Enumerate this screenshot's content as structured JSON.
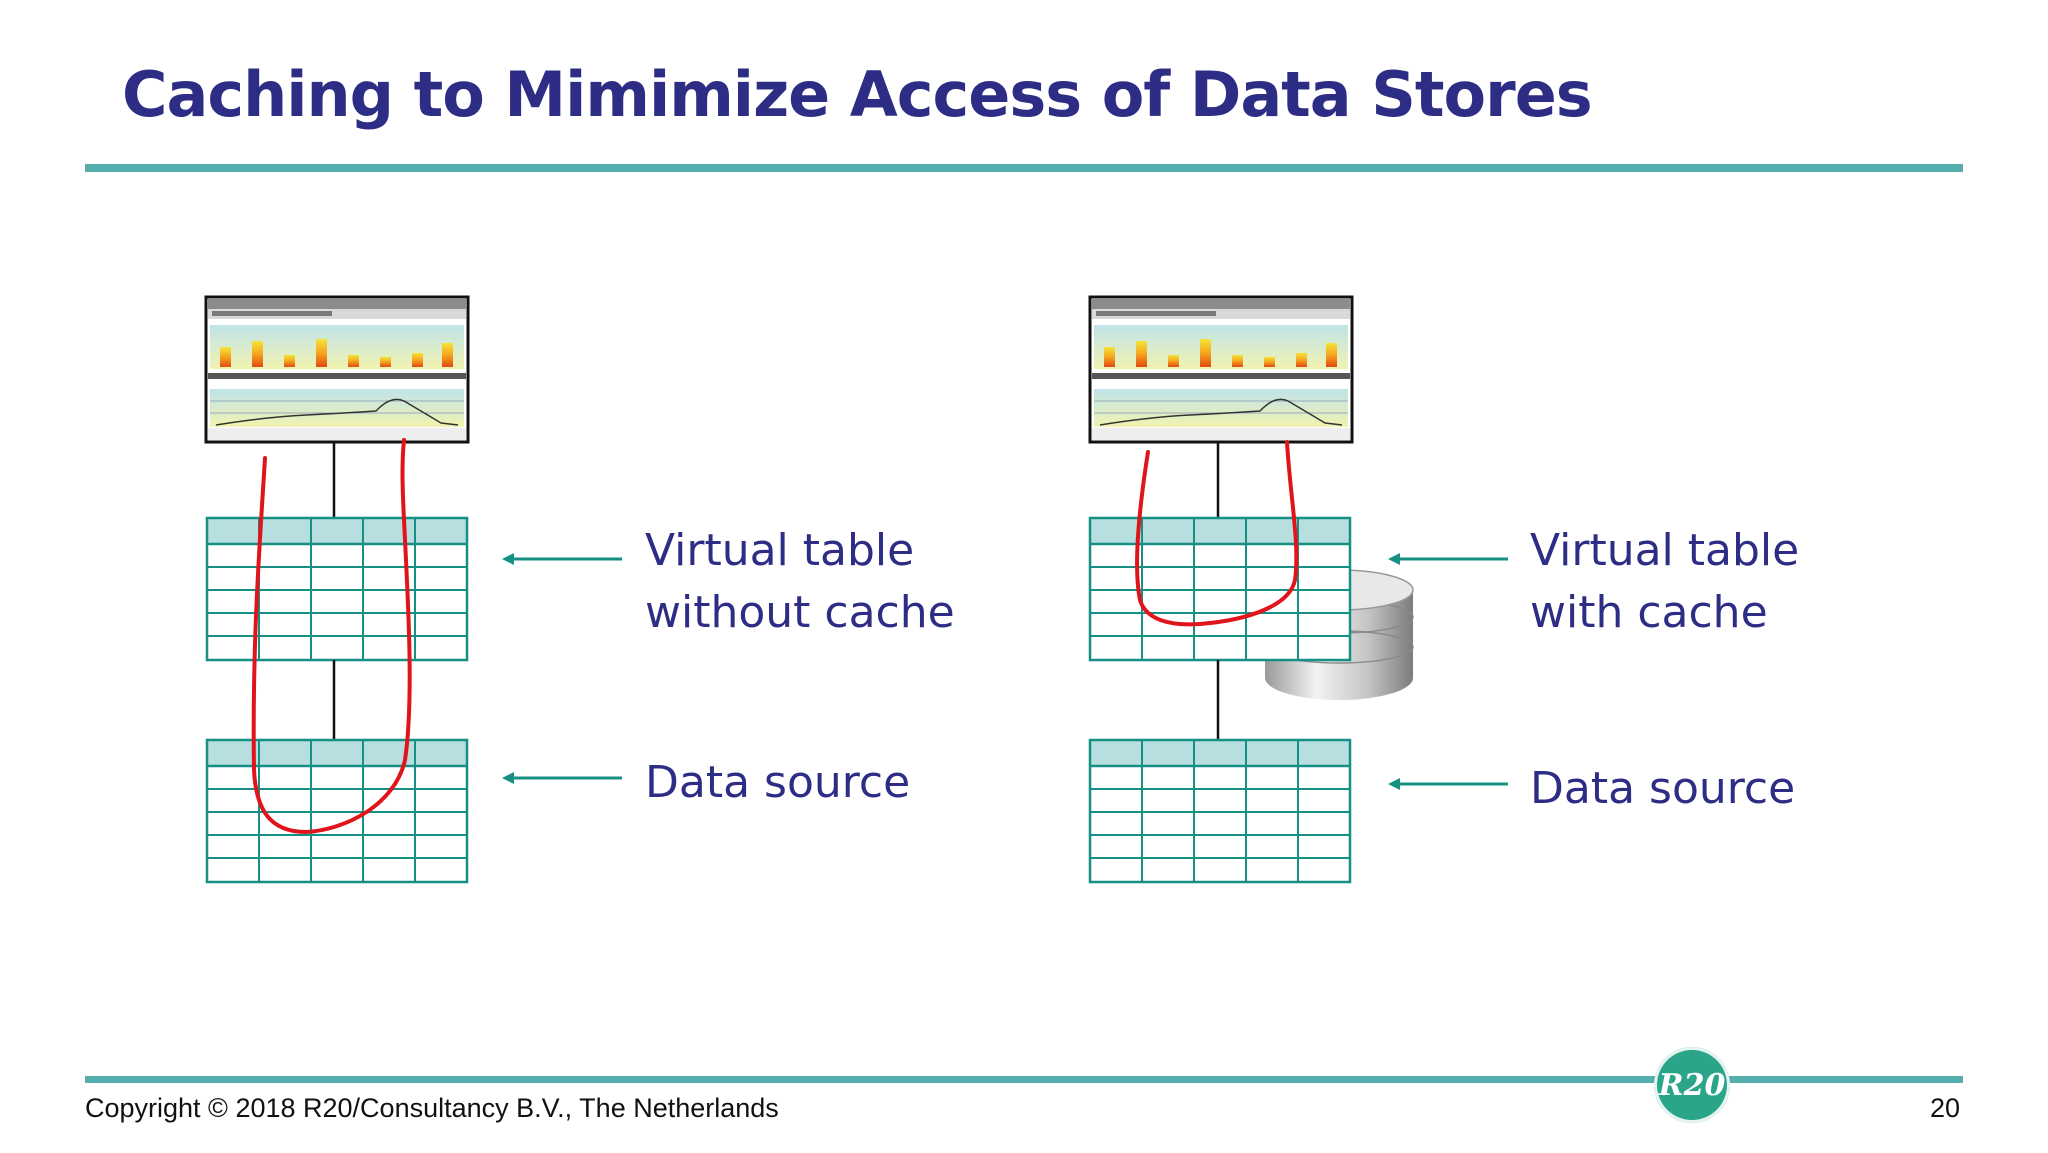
{
  "slide": {
    "title": "Caching to Mimimize Access of Data Stores",
    "left": {
      "virtual_label_line1": "Virtual table",
      "virtual_label_line2": "without cache",
      "source_label": "Data source"
    },
    "right": {
      "virtual_label_line1": "Virtual table",
      "virtual_label_line2": "with cache",
      "source_label": "Data source"
    },
    "footer": {
      "copyright": "Copyright © 2018 R20/Consultancy B.V., The Netherlands",
      "page_number": "20",
      "logo_text": "R20"
    },
    "colors": {
      "title": "#2e2d86",
      "rule": "#55aeae",
      "table": "#168f85",
      "table_header": "#b7dfdf",
      "query_path": "#e0141b",
      "logo": "#2aa58a"
    },
    "icons": [
      "dashboard-screenshot-icon",
      "database-cylinder-icon",
      "arrow-left-icon"
    ]
  }
}
